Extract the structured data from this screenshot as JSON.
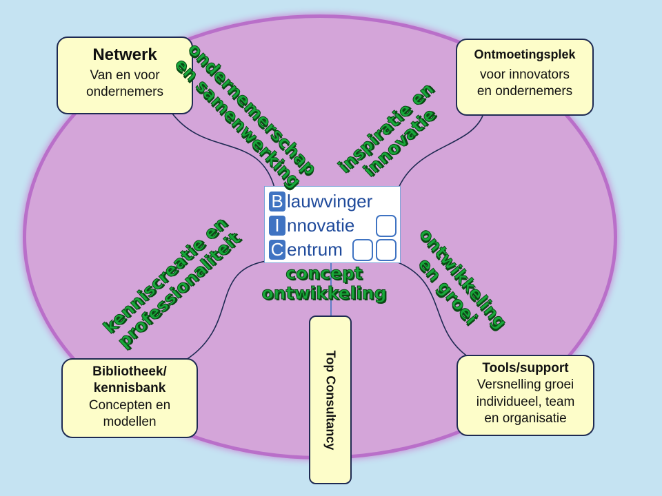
{
  "boxes": {
    "netwerk": {
      "title": "Netwerk",
      "body": "Van en voor\nondernemers"
    },
    "ontmoetingsplek": {
      "title": "Ontmoetingsplek",
      "body": "voor innovators\nen ondernemers"
    },
    "bibliotheek": {
      "title": "Bibliotheek/\nkennisbank",
      "body": "Concepten en\nmodellen"
    },
    "tools": {
      "title": "Tools/support",
      "body": "Versnelling groei\nindividueel, team\nen organisatie"
    },
    "top_consultancy": {
      "label": "Top Consultancy"
    }
  },
  "logo": {
    "letters": [
      "B",
      "I",
      "C"
    ],
    "words": [
      "lauwvinger",
      "nnovatie",
      "entrum"
    ]
  },
  "connector_labels": {
    "top_left": [
      "ondernemerschap",
      "en samenwerking"
    ],
    "top_right": [
      "inspiratie en",
      "innovatie"
    ],
    "bottom_left": [
      "kenniscreatie en",
      "professionaliteit"
    ],
    "bottom_right": [
      "ontwikkeling",
      "en groei"
    ],
    "center": [
      "concept",
      "ontwikkeling"
    ]
  },
  "colors": {
    "background": "#c5e3f2",
    "ellipse_fill": "#d4a5d9",
    "ellipse_border": "#b96fc9",
    "box_fill": "#fdfdc9",
    "label_green": "#18a83a",
    "logo_blue": "#3f73c2"
  }
}
